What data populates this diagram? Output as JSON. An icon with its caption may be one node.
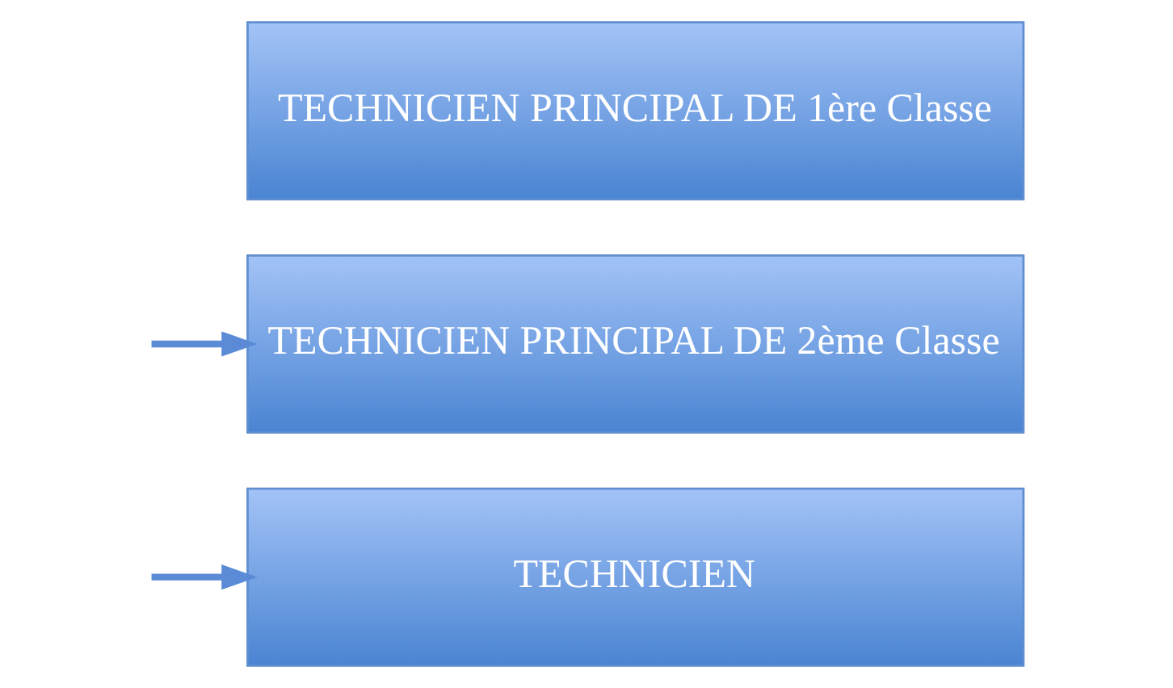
{
  "diagram": {
    "nodes": [
      {
        "text": [
          "TECHNICIEN PRINCIPAL DE 1ère Classe"
        ]
      },
      {
        "text": [
          "TECHNICIEN PRINCIPAL DE 2ème Classe"
        ]
      },
      {
        "text": [
          "TECHNICIEN"
        ]
      }
    ],
    "edges": [
      {
        "from": null,
        "to": 1,
        "arrow": "to"
      },
      {
        "from": null,
        "to": 2,
        "arrow": "to"
      }
    ]
  }
}
